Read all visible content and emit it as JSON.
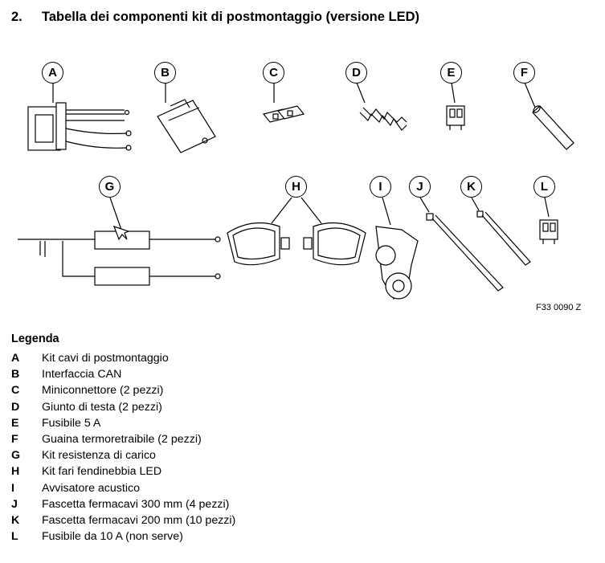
{
  "section": {
    "number": "2.",
    "title": "Tabella dei componenti kit di postmontaggio (versione LED)"
  },
  "figure": {
    "code": "F33 0090 Z",
    "callouts": [
      "A",
      "B",
      "C",
      "D",
      "E",
      "F",
      "G",
      "H",
      "I",
      "J",
      "K",
      "L"
    ]
  },
  "legend": {
    "title": "Legenda",
    "items": [
      {
        "key": "A",
        "text": "Kit cavi di postmontaggio"
      },
      {
        "key": "B",
        "text": "Interfaccia CAN"
      },
      {
        "key": "C",
        "text": "Miniconnettore (2 pezzi)"
      },
      {
        "key": "D",
        "text": "Giunto di testa (2 pezzi)"
      },
      {
        "key": "E",
        "text": "Fusibile 5 A"
      },
      {
        "key": "F",
        "text": "Guaina termoretraibile (2 pezzi)"
      },
      {
        "key": "G",
        "text": "Kit resistenza di carico"
      },
      {
        "key": "H",
        "text": "Kit fari fendinebbia LED"
      },
      {
        "key": "I",
        "text": "Avvisatore acustico"
      },
      {
        "key": "J",
        "text": "Fascetta fermacavi 300 mm (4 pezzi)"
      },
      {
        "key": "K",
        "text": "Fascetta fermacavi 200 mm (10 pezzi)"
      },
      {
        "key": "L",
        "text": "Fusibile da 10 A (non serve)"
      }
    ]
  }
}
